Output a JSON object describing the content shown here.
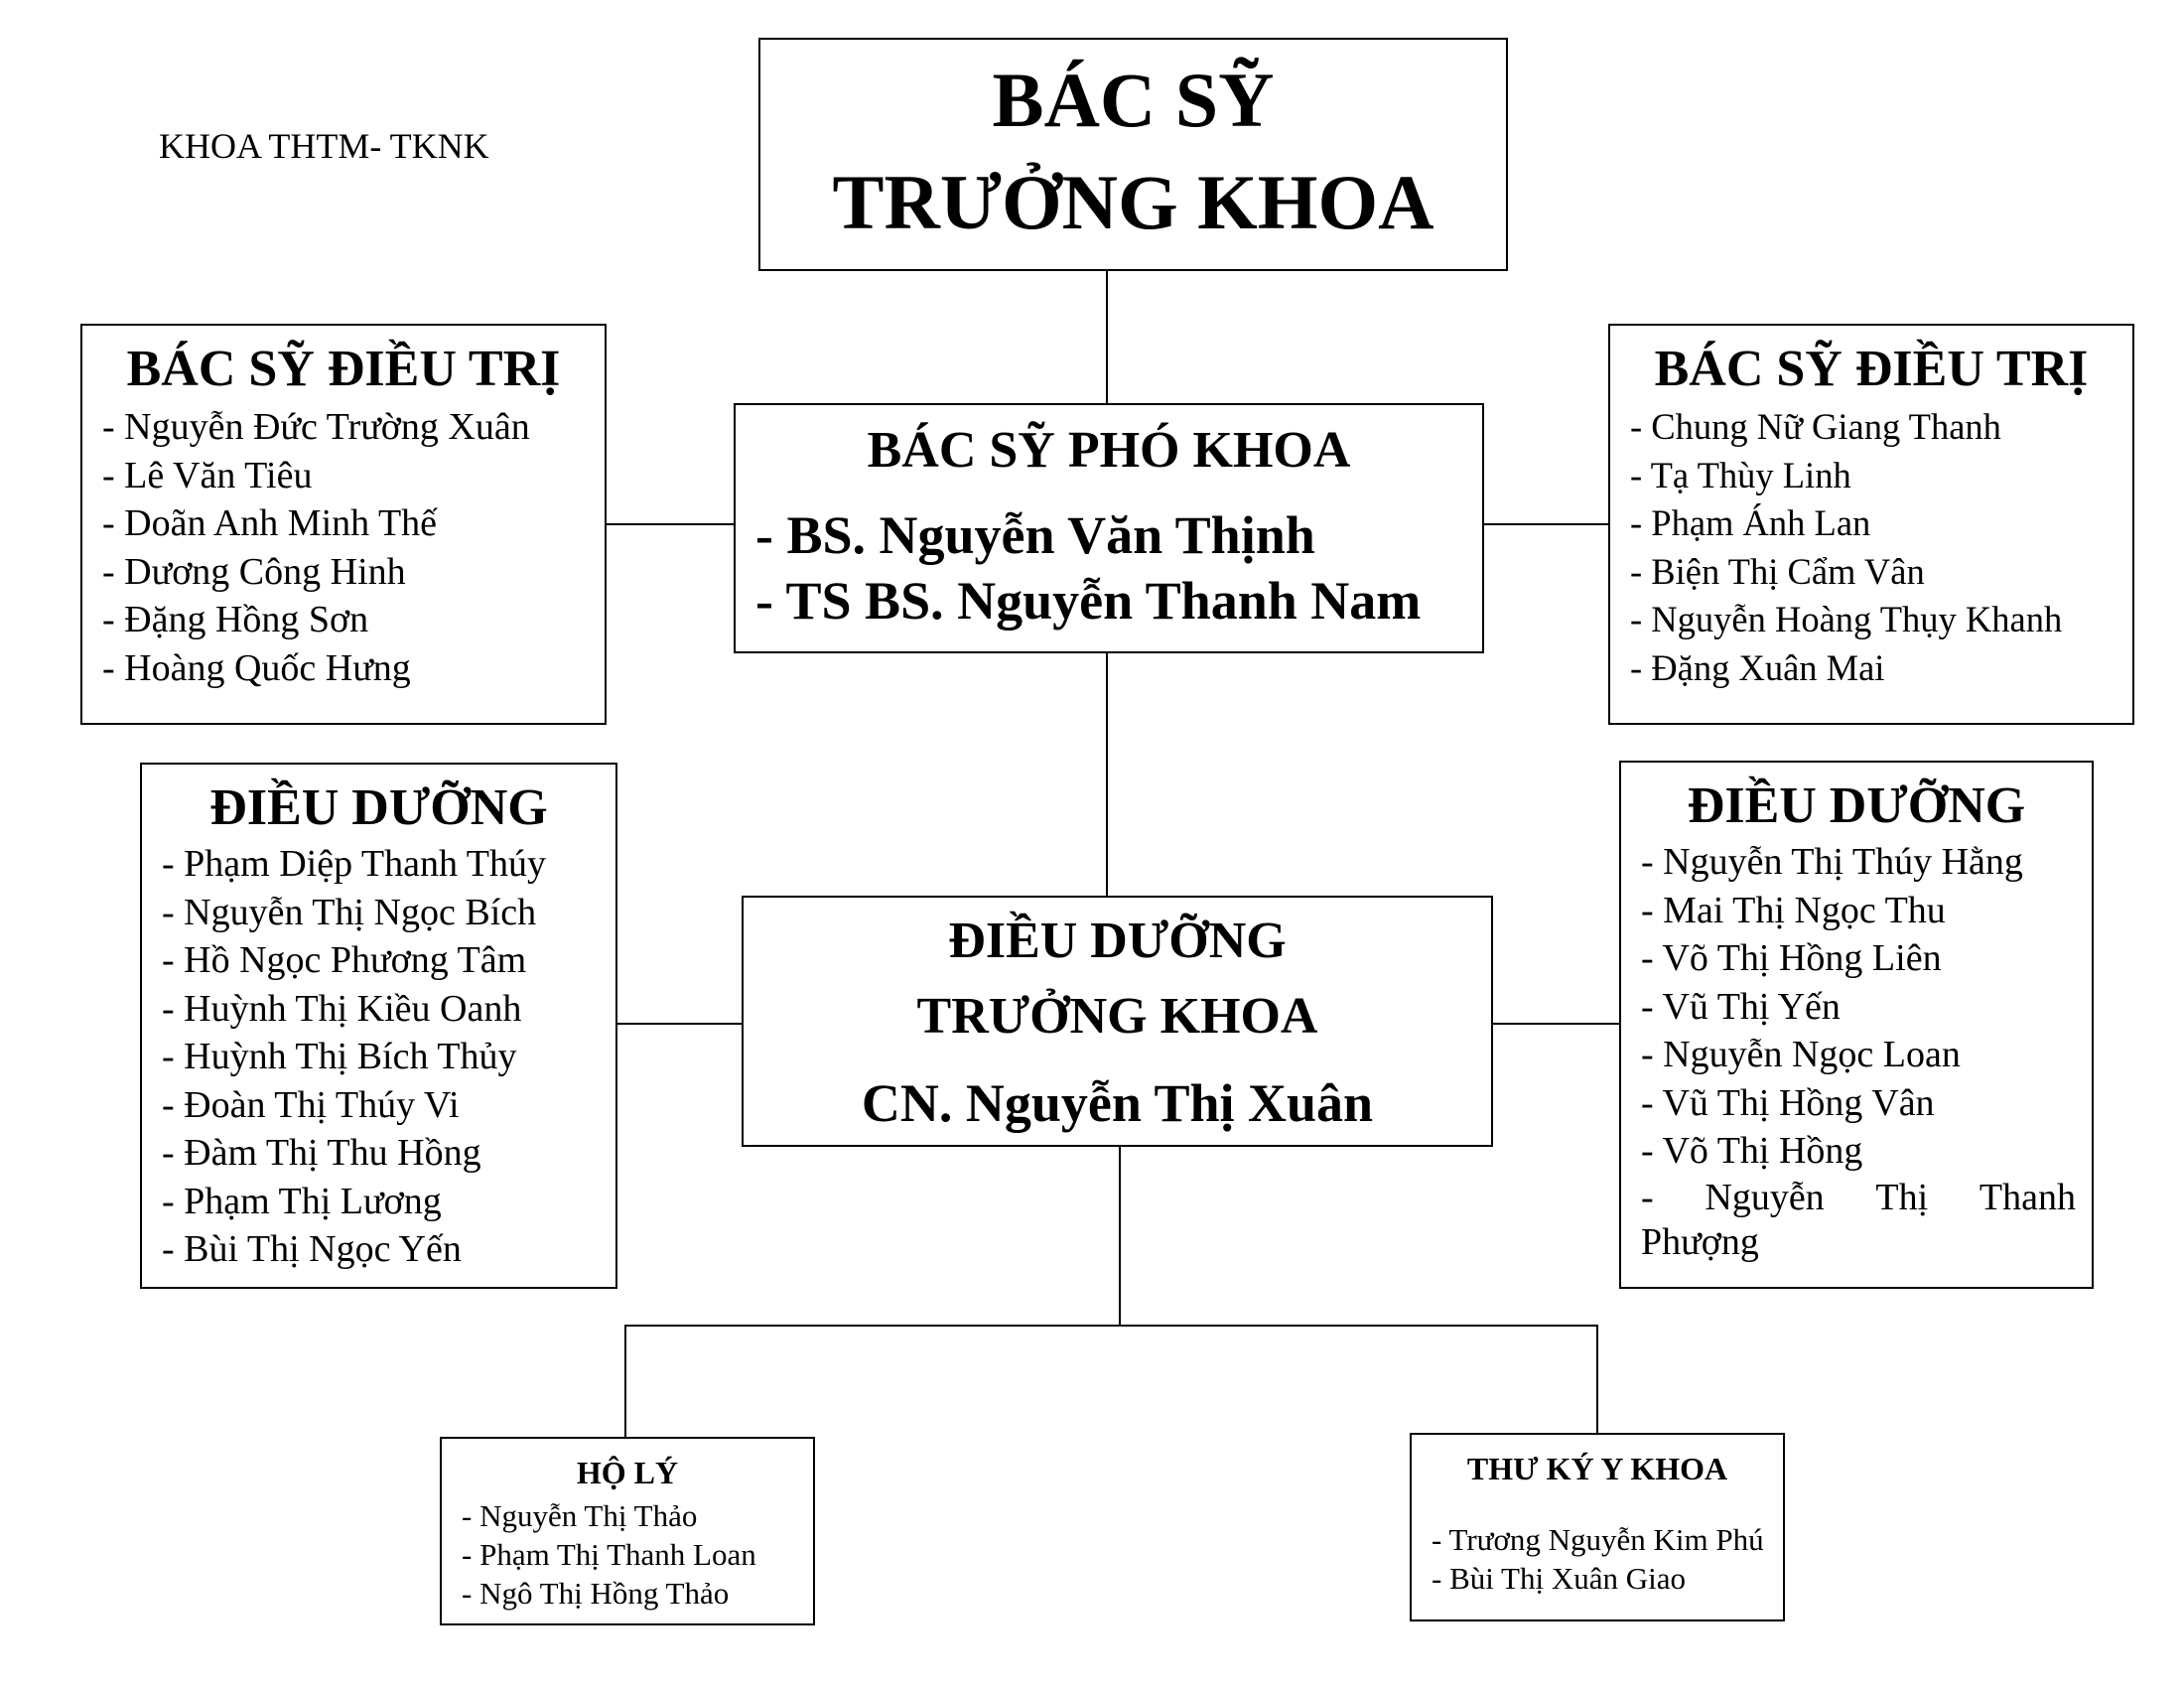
{
  "department_label": "KHOA THTM- TKNK",
  "head": {
    "title_line1": "BÁC SỸ",
    "title_line2": "TRƯỞNG KHOA"
  },
  "deputy": {
    "title": "BÁC SỸ PHÓ KHOA",
    "members": [
      "- BS. Nguyễn Văn Thịnh",
      "- TS BS. Nguyễn Thanh Nam"
    ]
  },
  "doctors_left": {
    "title": "BÁC SỸ ĐIỀU TRỊ",
    "members": [
      "- Nguyễn Đức Trường Xuân",
      "- Lê Văn Tiêu",
      "- Doãn Anh Minh Thế",
      "- Dương Công Hinh",
      "- Đặng Hồng Sơn",
      "- Hoàng Quốc Hưng"
    ]
  },
  "doctors_right": {
    "title": "BÁC SỸ ĐIỀU TRỊ",
    "members": [
      "- Chung Nữ Giang Thanh",
      "- Tạ Thùy Linh",
      "- Phạm Ánh Lan",
      "- Biện Thị Cẩm Vân",
      "- Nguyễn Hoàng Thụy Khanh",
      "- Đặng Xuân Mai"
    ]
  },
  "head_nurse": {
    "title_line1": "ĐIỀU DƯỠNG",
    "title_line2": "TRƯỞNG KHOA",
    "name": "CN. Nguyễn Thị Xuân"
  },
  "nurses_left": {
    "title": "ĐIỀU DƯỠNG",
    "members": [
      "- Phạm Diệp Thanh Thúy",
      "- Nguyễn Thị Ngọc Bích",
      "- Hồ Ngọc Phương Tâm",
      "- Huỳnh Thị Kiều Oanh",
      "- Huỳnh Thị Bích Thủy",
      "- Đoàn Thị Thúy Vi",
      "- Đàm Thị Thu Hồng",
      "- Phạm Thị Lương",
      "- Bùi Thị Ngọc Yến"
    ]
  },
  "nurses_right": {
    "title": "ĐIỀU DƯỠNG",
    "members": [
      "- Nguyễn Thị Thúy Hằng",
      "- Mai Thị Ngọc Thu",
      "- Võ Thị Hồng Liên",
      "- Vũ Thị Yến",
      "- Nguyễn Ngọc Loan",
      "- Vũ Thị Hồng Vân",
      "- Võ Thị Hồng"
    ],
    "last_member_line1_words": [
      "-",
      "Nguyễn",
      "Thị",
      "Thanh"
    ],
    "last_member_line2": "Phượng"
  },
  "orderlies": {
    "title": "HỘ LÝ",
    "members": [
      "- Nguyễn Thị Thảo",
      "- Phạm Thị Thanh Loan",
      "- Ngô Thị Hồng Thảo"
    ]
  },
  "secretaries": {
    "title": "THƯ KÝ Y KHOA",
    "members": [
      "- Trương Nguyễn Kim Phú",
      "- Bùi Thị Xuân Giao"
    ]
  }
}
